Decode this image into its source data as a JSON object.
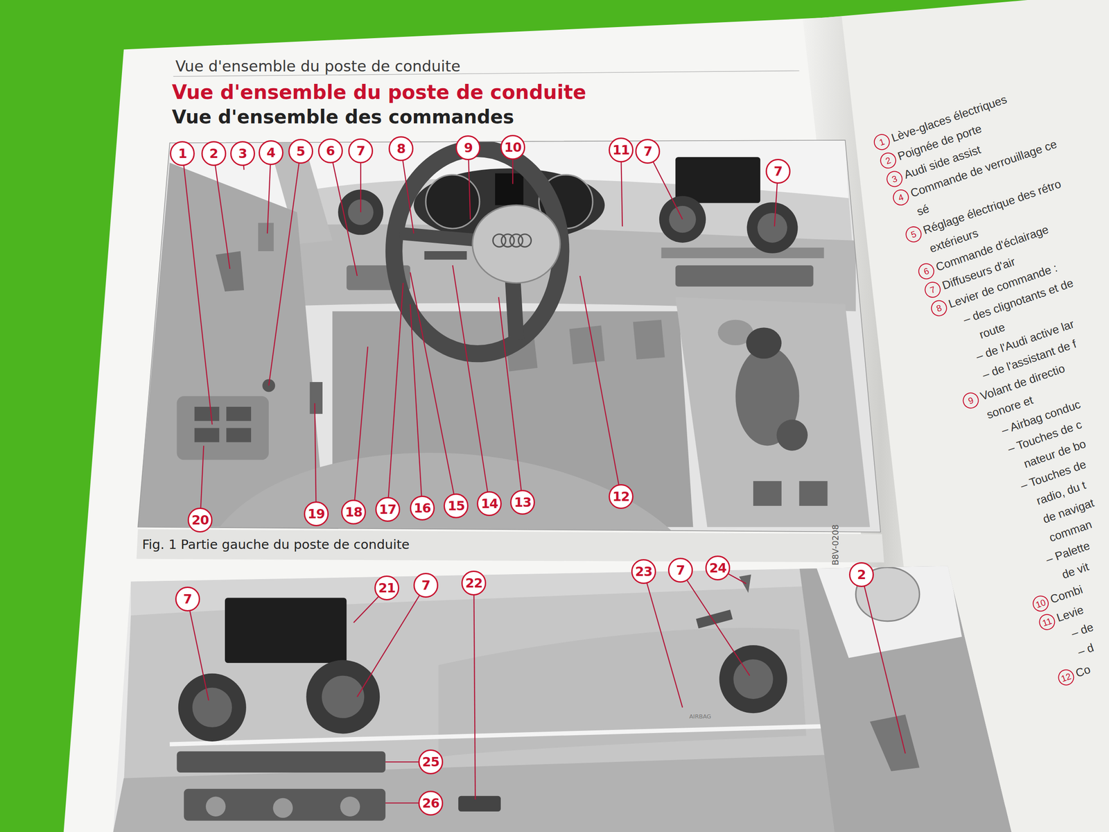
{
  "diagram": {
    "title": "Vue d'ensemble du poste de conduite",
    "caption": "Fig. 1 Partie gauche du poste de conduite",
    "labels": [
      "Vue d'ensemble du poste de conduite",
      "Vue d'ensemble des commandes",
      "1",
      "2",
      "3",
      "4",
      "5",
      "6",
      "7",
      "8",
      "9",
      "10",
      "11",
      "7",
      "7",
      "20",
      "19",
      "18",
      "17",
      "16",
      "15",
      "14",
      "13",
      "12",
      "7",
      "21",
      "7",
      "22",
      "23",
      "7",
      "24",
      "2",
      "25",
      "26",
      "AIRBAG",
      "B8V-0208",
      "1",
      "Lève-glaces électriques",
      "2",
      "Poignée de porte",
      "3",
      "Audi side assist",
      "4",
      "Commande de verrouillage ce",
      "sé",
      "5",
      "Réglage électrique des rétro",
      "extérieurs",
      "6",
      "Commande d'éclairage",
      "7",
      "Diffuseurs d'air",
      "8",
      "Levier de commande :",
      "– des clignotants et de",
      "route",
      "– de l'Audi active lar",
      "– de l'assistant de f",
      "9",
      "Volant de directio",
      "sonore et",
      "– Airbag conduc",
      "– Touches de c",
      "nateur de bo",
      "– Touches de",
      "radio, du t",
      "de navigat",
      "comman",
      "– Palette",
      "de vit",
      "10",
      "Combi",
      "11",
      "Levie",
      "– de",
      "– d",
      "12",
      "Co"
    ]
  }
}
